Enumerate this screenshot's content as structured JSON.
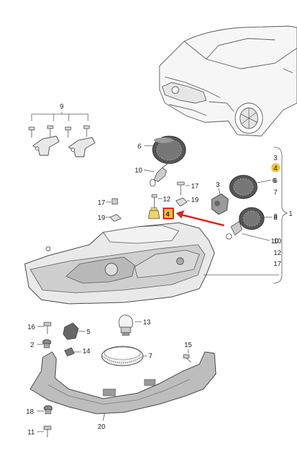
{
  "parts": {
    "bracket_set": "9",
    "cap_top": "6",
    "bulb_top": "10",
    "screw_top": "17",
    "clip_top": "19",
    "part_12": "12",
    "highlight": "4",
    "washer_left": "17",
    "clip_left": "19",
    "motor": "3",
    "cap_right_top": "6",
    "cap_right_bottom": "8",
    "bulb_right": "10",
    "bulb_13": "13",
    "part_5": "5",
    "part_16": "16",
    "part_2": "2",
    "part_14": "14",
    "ring_7": "7",
    "screw_15": "15",
    "part_18": "18",
    "part_11": "11",
    "bracket_20": "20",
    "group_brace": "1"
  },
  "brace_list": [
    "3",
    "4",
    "6",
    "7",
    "8",
    "10",
    "12",
    "17"
  ],
  "colors": {
    "highlight_fill": "#f2c230",
    "highlight_box": "#e02020",
    "arrow": "#e02020",
    "outline": "#444444"
  }
}
